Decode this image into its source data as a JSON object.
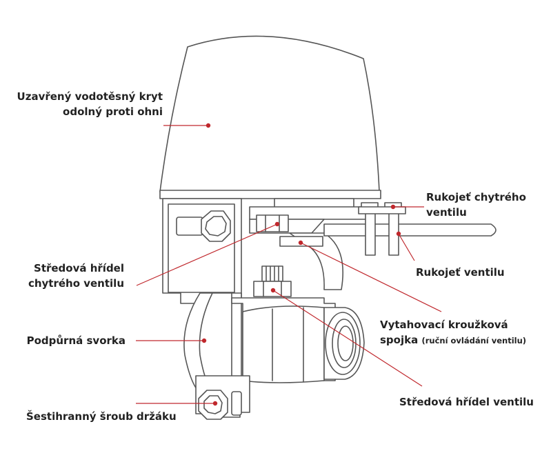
{
  "colors": {
    "leader": "#c0282d",
    "outline": "#555555",
    "text": "#222222",
    "background": "#ffffff"
  },
  "labels": {
    "housing": {
      "line1": "Uzavřený vodotěsný kryt",
      "line2": "odolný proti ohni"
    },
    "smart_valve_handle": {
      "line1": "Rukojeť chytrého",
      "line2": "ventilu"
    },
    "valve_handle": {
      "text": "Rukojeť ventilu"
    },
    "smart_valve_shaft": {
      "line1": "Středová hřídel",
      "line2": "chytrého ventilu"
    },
    "pull_ring_coupling": {
      "line1": "Vytahovací kroužková",
      "line2": "spojka",
      "note": "(ruční ovládání ventilu)"
    },
    "support_clamp": {
      "text": "Podpůrná svorka"
    },
    "valve_shaft": {
      "text": "Středová hřídel ventilu"
    },
    "hex_bolt": {
      "text": "Šestihranný šroub držáku"
    }
  }
}
